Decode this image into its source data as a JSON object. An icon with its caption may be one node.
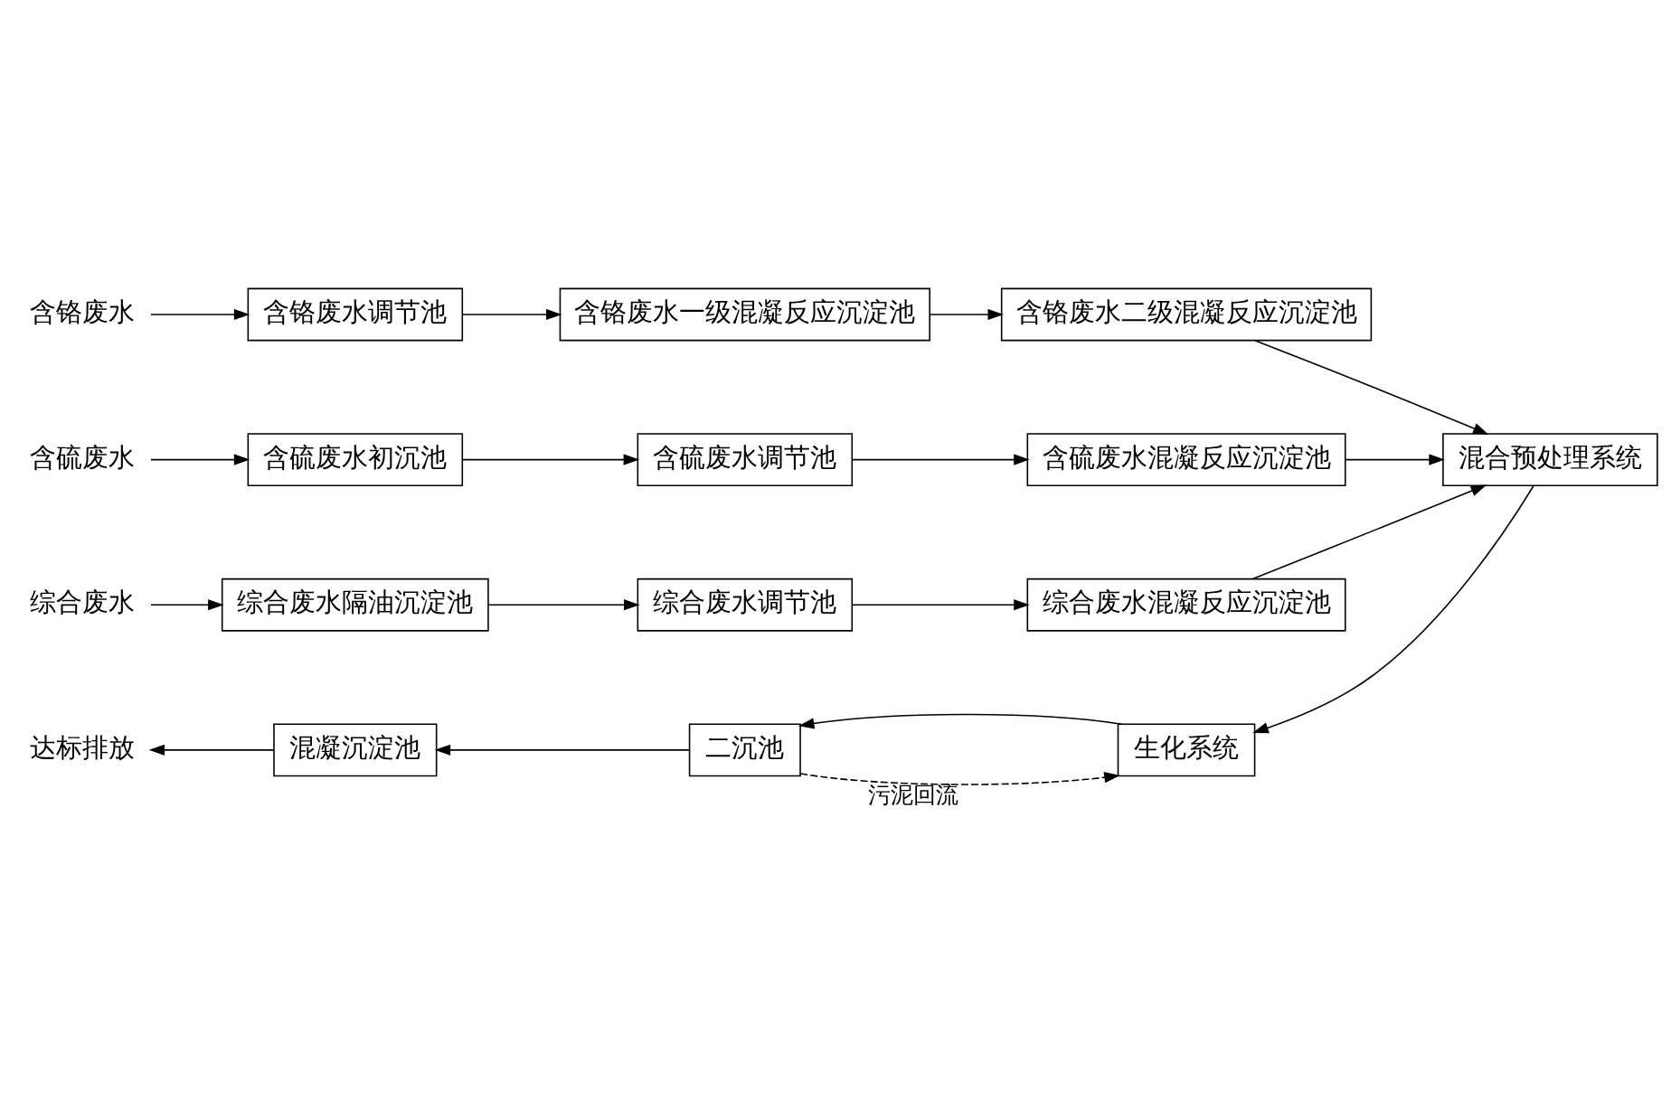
{
  "diagram": {
    "nodes": [
      {
        "text": [
          "含铬废水"
        ]
      },
      {
        "text": [
          "含铬废水调节池"
        ]
      },
      {
        "text": [
          "含铬废水一级混凝反应沉淀池"
        ]
      },
      {
        "text": [
          "含铬废水二级混凝反应沉淀池"
        ]
      },
      {
        "text": [
          "含硫废水"
        ]
      },
      {
        "text": [
          "含硫废水初沉池"
        ]
      },
      {
        "text": [
          "含硫废水调节池"
        ]
      },
      {
        "text": [
          "含硫废水混凝反应沉淀池"
        ]
      },
      {
        "text": [
          "综合废水"
        ]
      },
      {
        "text": [
          "综合废水隔油沉淀池"
        ]
      },
      {
        "text": [
          "综合废水调节池"
        ]
      },
      {
        "text": [
          "综合废水混凝反应沉淀池"
        ]
      },
      {
        "text": [
          "达标排放"
        ]
      },
      {
        "text": [
          "混凝沉淀池"
        ]
      },
      {
        "text": [
          "二沉池"
        ]
      },
      {
        "text": [
          "生化系统"
        ]
      },
      {
        "text": [
          "混合预处理系统"
        ]
      }
    ],
    "edges": [
      {
        "from": 0,
        "to": 1,
        "arrow": "to"
      },
      {
        "from": 1,
        "to": 2,
        "arrow": "to"
      },
      {
        "from": 2,
        "to": 3,
        "arrow": "to"
      },
      {
        "from": 3,
        "to": 16,
        "arrow": "to"
      },
      {
        "from": 4,
        "to": 5,
        "arrow": "to"
      },
      {
        "from": 5,
        "to": 6,
        "arrow": "to"
      },
      {
        "from": 6,
        "to": 7,
        "arrow": "to"
      },
      {
        "from": 7,
        "to": 16,
        "arrow": "to"
      },
      {
        "from": 8,
        "to": 9,
        "arrow": "to"
      },
      {
        "from": 9,
        "to": 10,
        "arrow": "to"
      },
      {
        "from": 10,
        "to": 11,
        "arrow": "to"
      },
      {
        "from": 11,
        "to": 16,
        "arrow": "to"
      },
      {
        "from": 16,
        "to": 15,
        "arrow": "to"
      },
      {
        "from": 15,
        "to": 14,
        "arrow": "to"
      },
      {
        "from": 14,
        "to": 13,
        "arrow": "to"
      },
      {
        "from": 13,
        "to": 12,
        "arrow": "to"
      },
      {
        "from": 14,
        "to": 15,
        "arrow": "to",
        "label": "污泥回流",
        "style": "dashed"
      }
    ]
  }
}
